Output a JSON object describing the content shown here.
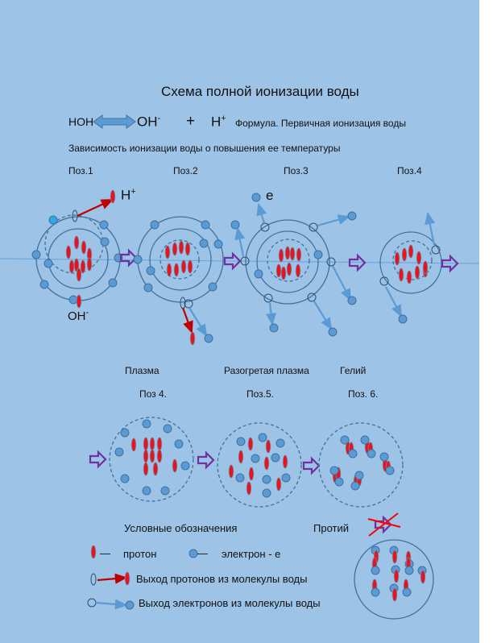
{
  "title": "Схема полной ионизации воды",
  "formula": {
    "left": "HOH",
    "oh": "OH",
    "oh_sup": "-",
    "plus": "+",
    "h": "H",
    "h_sup": "+",
    "caption": "Формула. Первичная ионизация воды"
  },
  "subtitle": "Зависимость ионизации воды о повышения ее температуры",
  "top_positions": [
    "Поз.1",
    "Поз.2",
    "Поз.3",
    "Поз.4"
  ],
  "top_labels": {
    "h_plus": "H",
    "h_plus_sup": "+",
    "oh_minus": "OH",
    "oh_minus_sup": "-",
    "electron": "e"
  },
  "bottom_states": [
    "Плазма",
    "Разогретая плазма",
    "Гелий"
  ],
  "bottom_positions": [
    "Поз 4.",
    "Поз.5.",
    "Поз. 6."
  ],
  "legend": {
    "title": "Условные обозначения",
    "proton": "протон",
    "electron": "электрон - е",
    "dash": "—",
    "proton_exit": "Выход протонов из молекулы воды",
    "electron_exit": "Выход электронов из молекулы воды"
  },
  "protium_label": "Протий",
  "colors": {
    "background": "#9dc3e6",
    "proton": "#e8141c",
    "electron": "#5b9bd5",
    "orbit": "#41719c",
    "arrow_purple": "#7030a0",
    "proton_arrow": "#c00000",
    "electron_arrow": "#5b9bd5"
  }
}
